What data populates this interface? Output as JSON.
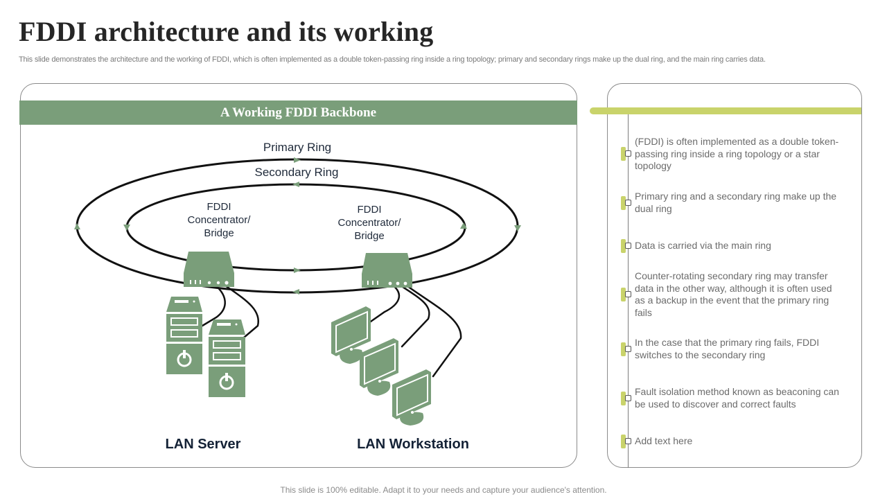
{
  "header": {
    "title": "FDDI architecture and its working",
    "subtitle": "This slide demonstrates the architecture and the working of FDDI, which is often implemented as a double token-passing ring inside a ring topology; primary and secondary rings make up the dual ring, and the main ring carries data."
  },
  "diagram": {
    "heading": "A Working FDDI Backbone",
    "rings": {
      "primary": "Primary Ring",
      "secondary": "Secondary Ring"
    },
    "concentrators": [
      {
        "line1": "FDDI",
        "line2": "Concentrator/",
        "line3": "Bridge"
      },
      {
        "line1": "FDDI",
        "line2": "Concentrator/",
        "line3": "Bridge"
      }
    ],
    "groups": {
      "servers": "LAN Server",
      "workstations": "LAN Workstation"
    },
    "icons": {
      "concentrator": "network-switch-icon",
      "server": "server-tower-icon",
      "workstation": "monitor-icon"
    }
  },
  "points": [
    "(FDDI) is often implemented as a double token-passing ring inside a ring topology or a star topology",
    "Primary ring and a secondary ring make up the dual ring",
    "Data is carried via the main ring",
    "Counter-rotating secondary ring may transfer data in the other way, although it is often used as a backup in the event that the primary ring fails",
    "In the case that the primary ring fails, FDDI switches to the secondary ring",
    "Fault isolation method known as beaconing can be used to discover and correct faults",
    "Add text here"
  ],
  "colors": {
    "green": "#7a9e7a",
    "lime": "#c9d36b",
    "title": "#262626",
    "body_text": "#6b6b6b"
  },
  "footer": "This slide is 100% editable. Adapt it to your needs and capture your audience's attention."
}
